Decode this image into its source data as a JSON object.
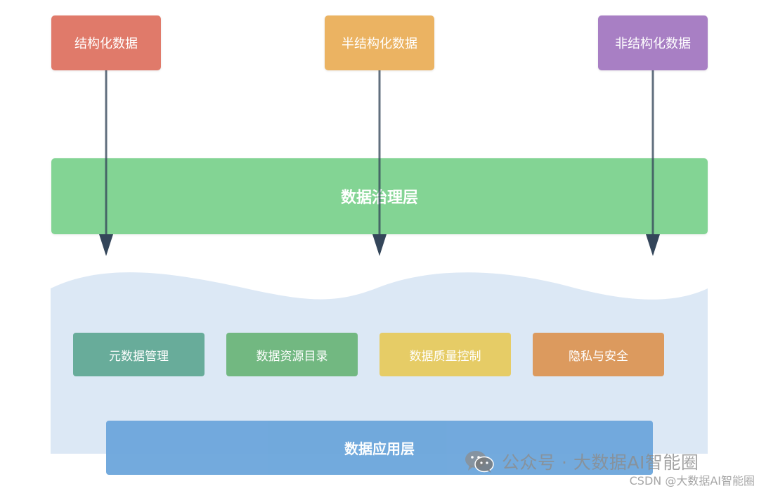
{
  "sources": [
    {
      "label": "结构化数据",
      "color": "#e07a6a"
    },
    {
      "label": "半结构化数据",
      "color": "#ebb362"
    },
    {
      "label": "非结构化数据",
      "color": "#a87fc4"
    }
  ],
  "governance_layer": {
    "label": "数据治理层",
    "color": "#83d494"
  },
  "modules": [
    {
      "label": "元数据管理",
      "color": "#68ac9a"
    },
    {
      "label": "数据资源目录",
      "color": "#72b881"
    },
    {
      "label": "数据质量控制",
      "color": "#e6cc66"
    },
    {
      "label": "隐私与安全",
      "color": "#dc9a5e"
    }
  ],
  "application_layer": {
    "label": "数据应用层",
    "color": "#6da7dc"
  },
  "container_color": "#dce8f5",
  "arrow_color": "#34465a",
  "watermarks": {
    "main": "公众号 · 大数据AI智能圈",
    "csdn": "CSDN @大数据AI智能圈"
  }
}
